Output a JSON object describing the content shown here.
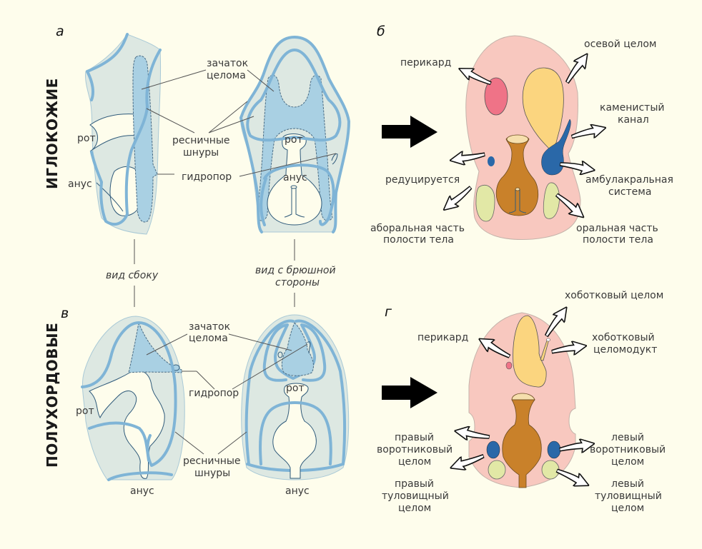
{
  "colors": {
    "background": "#fefdec",
    "larva_body": "#dde8e2",
    "ciliary_band": "#7fb4d6",
    "coelom_anlage": "#a9d0e3",
    "adult_body": "#f8c8bf",
    "pericardium": "#ef7387",
    "axial_coelom": "#fbd57f",
    "hydrocoel": "#2a68a8",
    "gut": "#c9812a",
    "somatocoel": "#e2e8a6",
    "mouth_cap": "#f6dfad"
  },
  "groups": {
    "top": "ИГЛОКОЖИЕ",
    "bottom": "ПОЛУХОРДОВЫЕ"
  },
  "panels": {
    "a": {
      "letter": "а",
      "labels": {
        "coelom_anlage": [
          "зачаток",
          "целома"
        ],
        "ciliary_bands": [
          "ресничные",
          "шнуры"
        ],
        "hydropore": "гидропор",
        "mouth_side": "рот",
        "anus_side": "анус",
        "mouth_ventral": "рот",
        "anus_ventral": "анус"
      }
    },
    "views": {
      "side": "вид сбоку",
      "ventral": [
        "вид с брюшной",
        "стороны"
      ]
    },
    "b": {
      "letter": "б",
      "labels": {
        "pericardium": "перикард",
        "axial_coelom": "осевой целом",
        "stone_canal": [
          "каменистый",
          "канал"
        ],
        "reduced": "редуцируется",
        "ambulacral": [
          "амбулакральная",
          "система"
        ],
        "aboral": [
          "аборальная часть",
          "полости тела"
        ],
        "oral": [
          "оральная часть",
          "полости тела"
        ]
      }
    },
    "v": {
      "letter": "в",
      "labels": {
        "coelom_anlage": [
          "зачаток",
          "целома"
        ],
        "hydropore": "гидропор",
        "mouth_side": "рот",
        "ciliary_bands": [
          "ресничные",
          "шнуры"
        ],
        "anus_side": "анус",
        "mouth_ventral": "рот",
        "anus_ventral": "анус"
      }
    },
    "g": {
      "letter": "г",
      "labels": {
        "proboscis_coelom": "хоботковый целом",
        "pericardium": "перикард",
        "proboscis_duct": [
          "хоботковый",
          "целомодукт"
        ],
        "right_collar": [
          "правый",
          "воротниковый",
          "целом"
        ],
        "left_collar": [
          "левый",
          "воротниковый",
          "целом"
        ],
        "right_trunk": [
          "правый",
          "туловищный",
          "целом"
        ],
        "left_trunk": [
          "левый",
          "туловищный",
          "целом"
        ]
      }
    }
  }
}
